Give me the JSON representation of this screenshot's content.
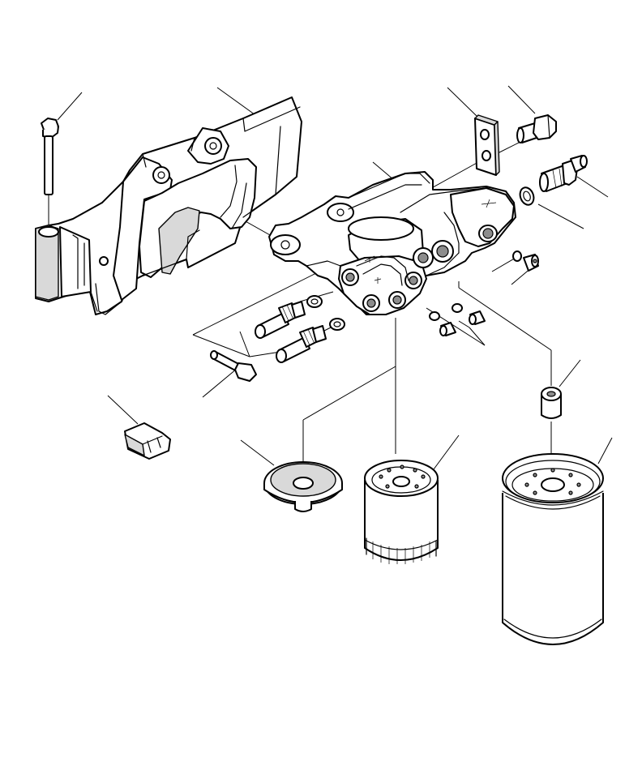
{
  "diagram": {
    "type": "exploded-parts-view",
    "colors": {
      "line": "#000000",
      "fill": "#ffffff",
      "shade": "#d9d9d9",
      "dark": "#8c8c8c"
    },
    "parts": [
      {
        "id": "long-bolt",
        "icon": "bolt-icon"
      },
      {
        "id": "mounting-bracket",
        "icon": "bracket-icon"
      },
      {
        "id": "filter-head-manifold",
        "icon": "manifold-icon"
      },
      {
        "id": "spacer-plate",
        "icon": "plate-icon"
      },
      {
        "id": "short-bolt",
        "icon": "bolt-icon"
      },
      {
        "id": "fitting-connector",
        "icon": "fitting-icon"
      },
      {
        "id": "sealing-washer",
        "icon": "washer-icon"
      },
      {
        "id": "plug-with-oring",
        "icon": "plug-icon"
      },
      {
        "id": "hose-fittings-pair",
        "icon": "fitting-icon"
      },
      {
        "id": "mounting-screw",
        "icon": "bolt-icon"
      },
      {
        "id": "electrical-connector",
        "icon": "connector-icon"
      },
      {
        "id": "filter-adapter-plate",
        "icon": "adapter-icon"
      },
      {
        "id": "small-spin-on-filter",
        "icon": "filter-icon"
      },
      {
        "id": "bushing",
        "icon": "bushing-icon"
      },
      {
        "id": "large-spin-on-filter",
        "icon": "filter-icon"
      }
    ]
  }
}
